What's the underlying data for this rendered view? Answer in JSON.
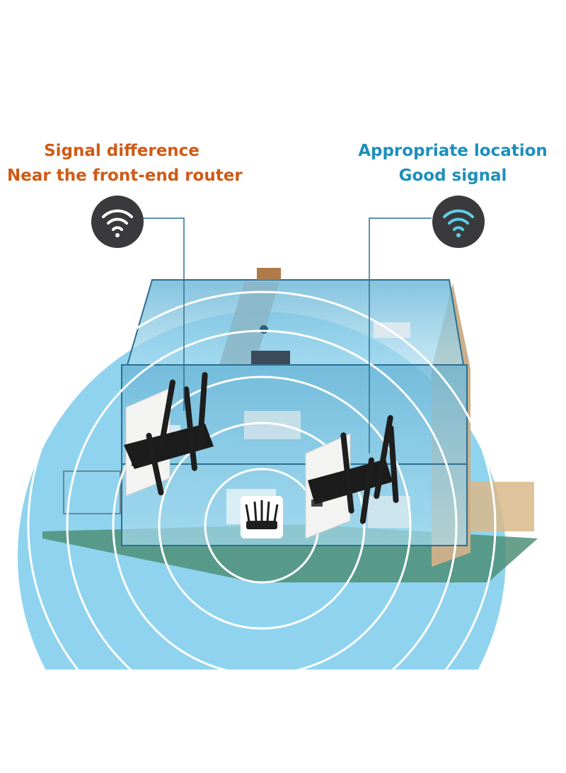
{
  "left_callout": {
    "line1": "Signal difference",
    "line2": "Near the front-end router",
    "color": "#cf5a16",
    "icon": "wifi-icon"
  },
  "right_callout": {
    "line1": "Appropriate location",
    "line2": "Good signal",
    "color": "#1d8fbb",
    "icon": "wifi-icon"
  },
  "colors": {
    "signal_field": "#8fd3ef",
    "wifi_weak": "#ffffff",
    "wifi_strong": "#5fd0e6",
    "badge": "#3a3a3c"
  },
  "devices": {
    "router": "router-icon",
    "extenders": [
      "wifi-extender-icon",
      "wifi-extender-icon"
    ]
  }
}
